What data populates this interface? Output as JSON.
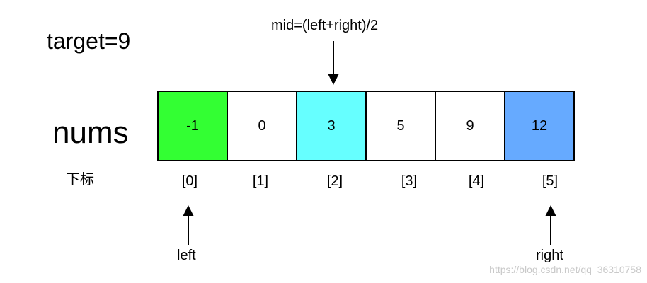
{
  "target": {
    "label": "target=9"
  },
  "mid": {
    "label": "mid=(left+right)/2"
  },
  "array": {
    "name": "nums",
    "index_caption": "下标",
    "cells": [
      {
        "value": "-1",
        "index": "[0]",
        "color": "#33ff33"
      },
      {
        "value": "0",
        "index": "[1]",
        "color": "#ffffff"
      },
      {
        "value": "3",
        "index": "[2]",
        "color": "#66ffff"
      },
      {
        "value": "5",
        "index": "[3]",
        "color": "#ffffff"
      },
      {
        "value": "9",
        "index": "[4]",
        "color": "#ffffff"
      },
      {
        "value": "12",
        "index": "[5]",
        "color": "#66aaff"
      }
    ]
  },
  "pointers": {
    "left_label": "left",
    "right_label": "right"
  },
  "watermark": "https://blog.csdn.net/qq_36310758"
}
